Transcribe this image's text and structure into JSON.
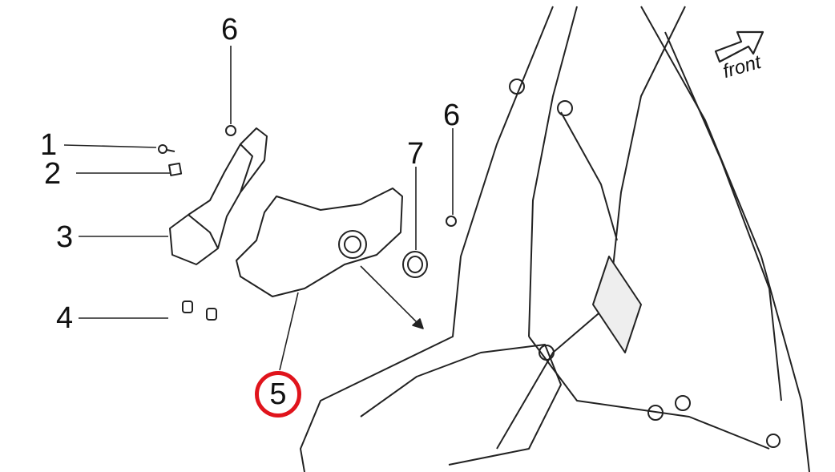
{
  "diagram": {
    "labels": [
      "1",
      "2",
      "3",
      "4",
      "5",
      "6",
      "6",
      "7"
    ],
    "direction_label": "front",
    "highlighted_part": "5",
    "highlight_color": "#e0141c"
  }
}
